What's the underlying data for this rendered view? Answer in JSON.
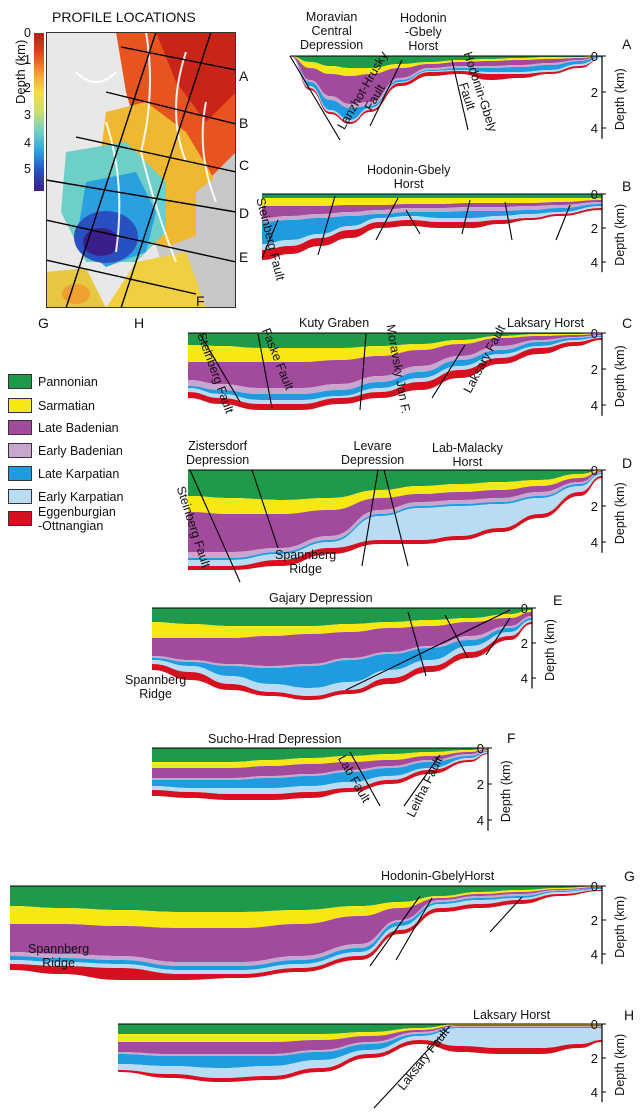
{
  "colors": {
    "pannonian": "#1f9a4a",
    "sarmatian": "#f7e811",
    "late_badenian": "#a24a9c",
    "early_badenian": "#c9a6cf",
    "late_karpatian": "#1f9be0",
    "early_karpatian": "#b7dcf3",
    "eggenburgian": "#d6101f"
  },
  "map": {
    "title": "PROFILE LOCATIONS",
    "colorbar_label": "Depth (km)",
    "colorbar_ticks": [
      "0",
      "1",
      "2",
      "3",
      "4",
      "5"
    ],
    "line_labels": [
      "A",
      "B",
      "C",
      "D",
      "E",
      "F"
    ],
    "bottom_labels": [
      "G",
      "H"
    ]
  },
  "legend": {
    "items": [
      {
        "key": "pannonian",
        "label": "Pannonian"
      },
      {
        "key": "sarmatian",
        "label": "Sarmatian"
      },
      {
        "key": "late_badenian",
        "label": "Late Badenian"
      },
      {
        "key": "early_badenian",
        "label": "Early Badenian"
      },
      {
        "key": "late_karpatian",
        "label": "Late Karpatian"
      },
      {
        "key": "early_karpatian",
        "label": "Early Karpatian"
      },
      {
        "key": "eggenburgian",
        "label": "Eggenburgian\n-Ottnangian"
      }
    ]
  },
  "depth_axis_label": "Depth (km)",
  "depth_ticks": [
    "0",
    "2",
    "4"
  ],
  "profiles": {
    "A": {
      "letter": "A",
      "structures": [
        "Moravian\nCentral\nDepression",
        "Hodonin\n-Gbely\nHorst"
      ],
      "faults": [
        "Lanzhot-Hrusky\nFault",
        "Hodonin-Gbely\nFault"
      ]
    },
    "B": {
      "letter": "B",
      "structures": [
        "Hodonin-Gbely\nHorst"
      ],
      "faults": [
        "Steinberg Fault"
      ]
    },
    "C": {
      "letter": "C",
      "structures": [
        "Kuty Graben",
        "Laksary Horst"
      ],
      "faults": [
        "Steinberg Fault",
        "Faske Fault",
        "Moravsky Jan F.",
        "Laksary Fault"
      ]
    },
    "D": {
      "letter": "D",
      "structures": [
        "Zistersdorf\nDepression",
        "Levare\nDepression",
        "Lab-Malacky\nHorst",
        "Spannberg\nRidge"
      ],
      "faults": [
        "Steinberg Fault"
      ]
    },
    "E": {
      "letter": "E",
      "structures": [
        "Gajary Depression",
        "Spannberg\nRidge"
      ]
    },
    "F": {
      "letter": "F",
      "structures": [
        "Sucho-Hrad Depression"
      ],
      "faults": [
        "Lab Fault",
        "Leitha Fault"
      ]
    },
    "G": {
      "letter": "G",
      "structures": [
        "Hodonin-GbelyHorst",
        "Spannberg\nRidge"
      ]
    },
    "H": {
      "letter": "H",
      "structures": [
        "Laksary Horst"
      ],
      "faults": [
        "Laksary Fault"
      ]
    }
  }
}
